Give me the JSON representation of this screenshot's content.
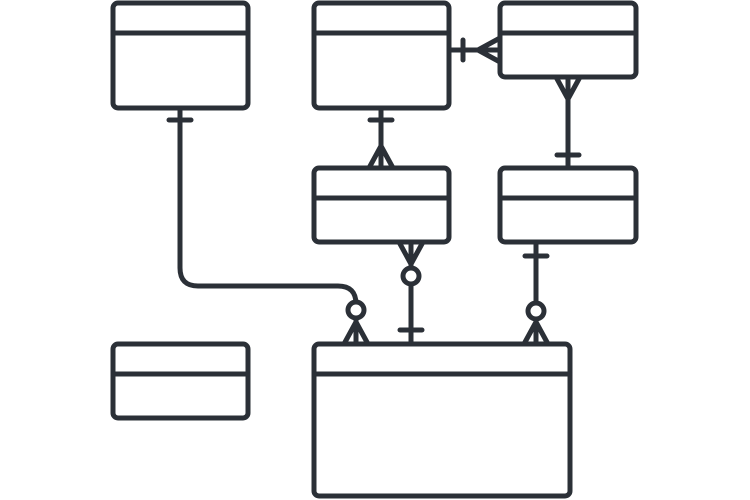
{
  "diagram": {
    "type": "entity-relationship",
    "stroke_color": "#2b3037",
    "background_color": "#ffffff",
    "entities": [
      {
        "id": "entity-a"
      },
      {
        "id": "entity-b"
      },
      {
        "id": "entity-c"
      },
      {
        "id": "entity-d"
      },
      {
        "id": "entity-e"
      },
      {
        "id": "entity-f"
      },
      {
        "id": "entity-g"
      }
    ],
    "relationships": [
      {
        "id": "rel-b-c",
        "from": "entity-b",
        "to": "entity-c",
        "from_cardinality": "exactly-one",
        "to_cardinality": "many"
      },
      {
        "id": "rel-c-e",
        "from": "entity-c",
        "to": "entity-e",
        "from_cardinality": "many",
        "to_cardinality": "exactly-one"
      },
      {
        "id": "rel-b-d",
        "from": "entity-b",
        "to": "entity-d",
        "from_cardinality": "exactly-one",
        "to_cardinality": "many"
      },
      {
        "id": "rel-a-g",
        "from": "entity-a",
        "to": "entity-g",
        "from_cardinality": "exactly-one",
        "to_cardinality": "zero-or-many"
      },
      {
        "id": "rel-d-g",
        "from": "entity-d",
        "to": "entity-g",
        "from_cardinality": "zero-or-many",
        "to_cardinality": "exactly-one"
      },
      {
        "id": "rel-e-g",
        "from": "entity-e",
        "to": "entity-g",
        "from_cardinality": "exactly-one",
        "to_cardinality": "zero-or-many"
      }
    ]
  }
}
